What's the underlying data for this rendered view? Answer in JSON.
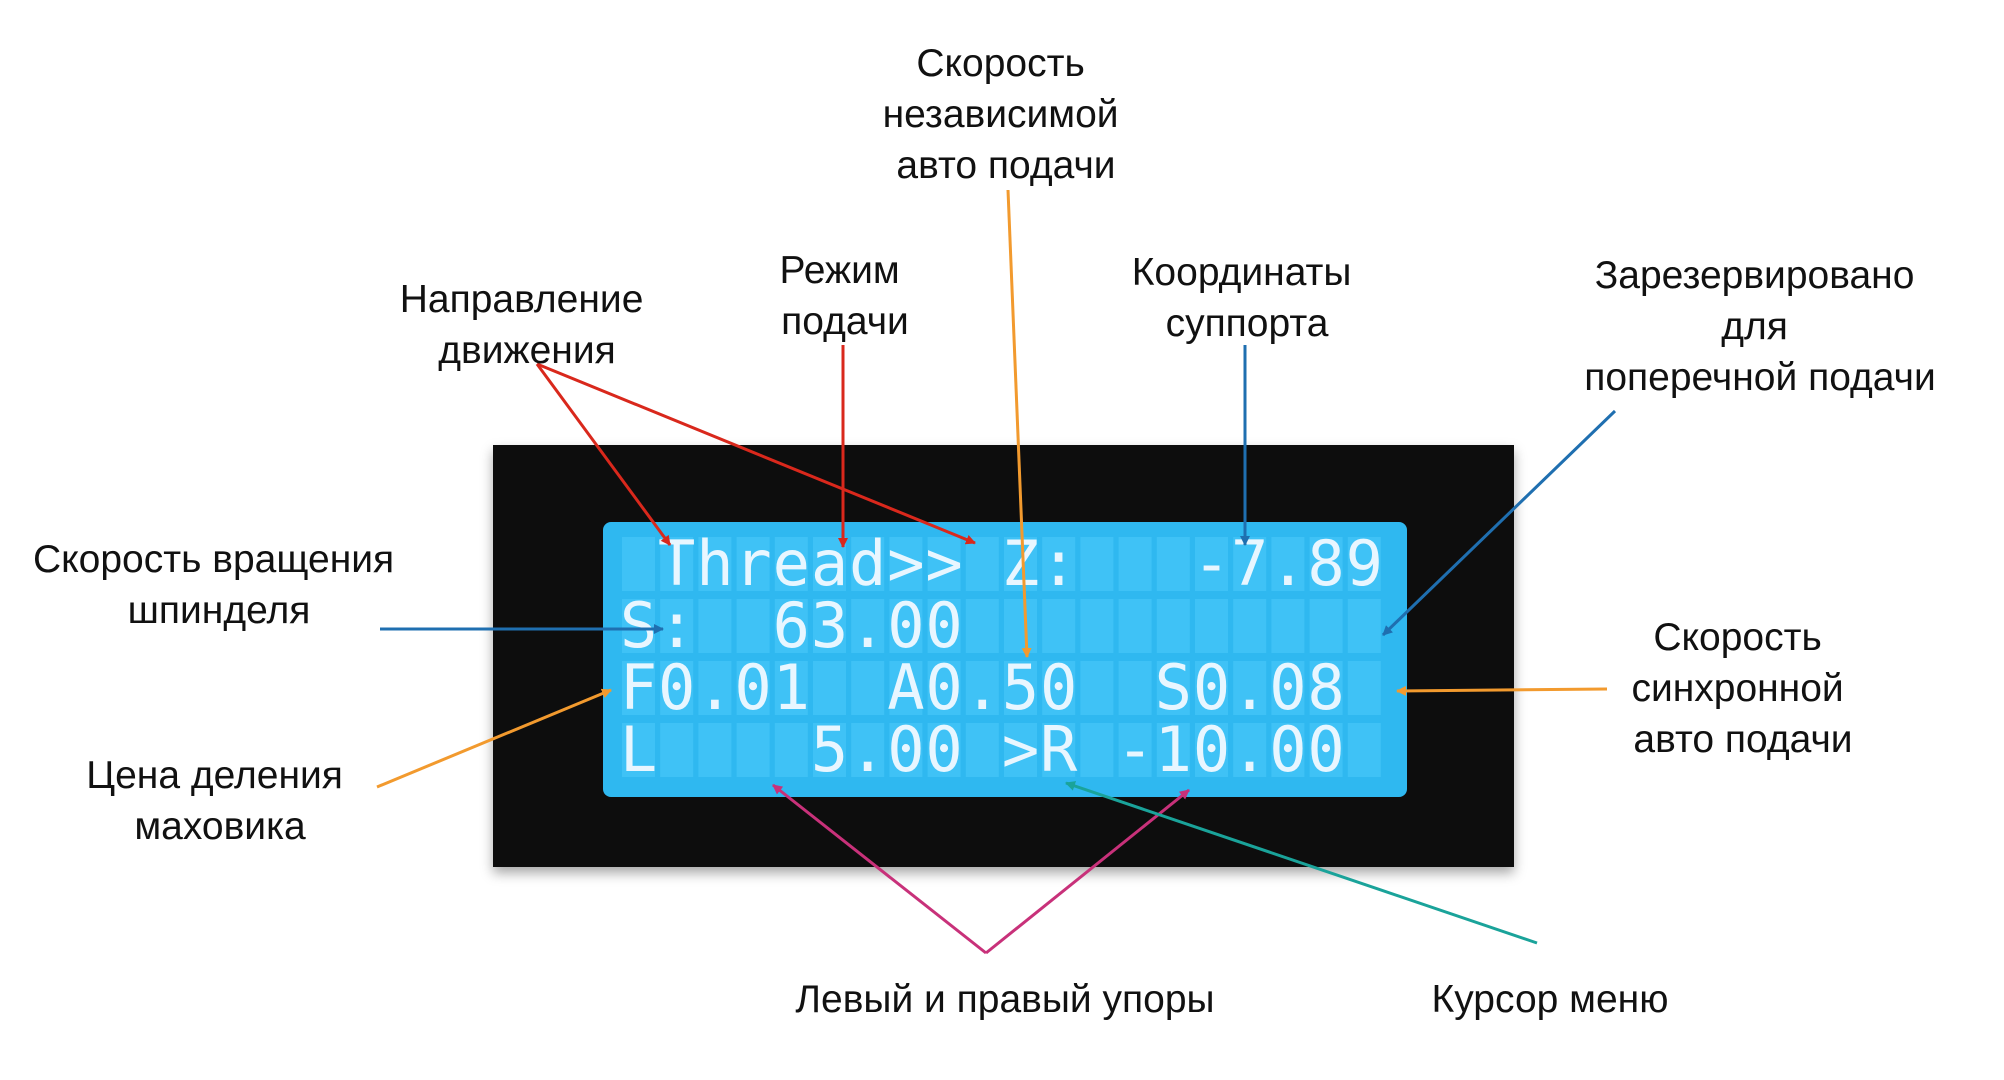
{
  "colors": {
    "lcd_frame": "#0b0b0b",
    "lcd_background": "#2fb8f0",
    "lcd_text": "#e8f6ff",
    "arrow_red": "#d9281c",
    "arrow_orange": "#f29a2e",
    "arrow_blue": "#1f6fb0",
    "arrow_magenta": "#c8317a",
    "arrow_teal": "#1aa39a"
  },
  "lcd": {
    "columns": 20,
    "rows": [
      " Thread>> Z:   -7.89",
      "S:  63.00           ",
      "F0.01  A0.50  S0.08 ",
      "L    5.00 >R -10.00 "
    ]
  },
  "labels": {
    "auto_feed_speed": [
      "Скорость",
      "независимой",
      "авто подачи"
    ],
    "feed_mode": [
      "Режим",
      "подачи"
    ],
    "direction": [
      "Направление",
      "движения"
    ],
    "coordinates": [
      "Координаты",
      "суппорта"
    ],
    "reserved": [
      "Зарезервировано",
      "для",
      "поперечной подачи"
    ],
    "spindle_speed": [
      "Скорость вращения",
      "шпинделя"
    ],
    "sync_feed_speed": [
      "Скорость",
      "синхронной",
      "авто подачи"
    ],
    "handwheel_division": [
      "Цена деления",
      "маховика"
    ],
    "stops": [
      "Левый и правый упоры"
    ],
    "menu_cursor": [
      "Курсор меню"
    ]
  }
}
